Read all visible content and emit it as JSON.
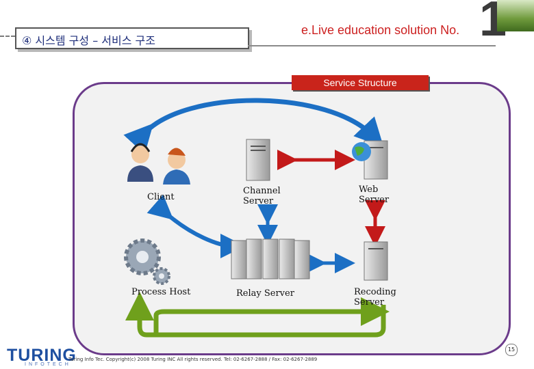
{
  "header": {
    "section_title": "④ 시스템 구성 – 서비스 구조",
    "slogan": "e.Live education solution No.",
    "slogan_number": "1"
  },
  "diagram": {
    "panel_label": "Service Structure",
    "nodes": {
      "client": "Client",
      "channel_server": "Channel\nServer",
      "web_server": "Web\nServer",
      "process_host": "Process Host",
      "relay_server": "Relay Server",
      "recoding_server": "Recoding\nServer"
    },
    "arrow_colors": {
      "blue": "#1c6fc4",
      "red": "#c31a1a",
      "green": "#6fa01c",
      "panel_border": "#6b3b8a"
    }
  },
  "footer": {
    "logo": "TURING",
    "logo_sub": "INFOTECH",
    "copyright": "Turing Info Tec. Copyright(c) 2008 Turing INC All rights reserved. Tel: 02-6267-2888 / Fax: 02-6267-2889",
    "page_number": "15"
  }
}
